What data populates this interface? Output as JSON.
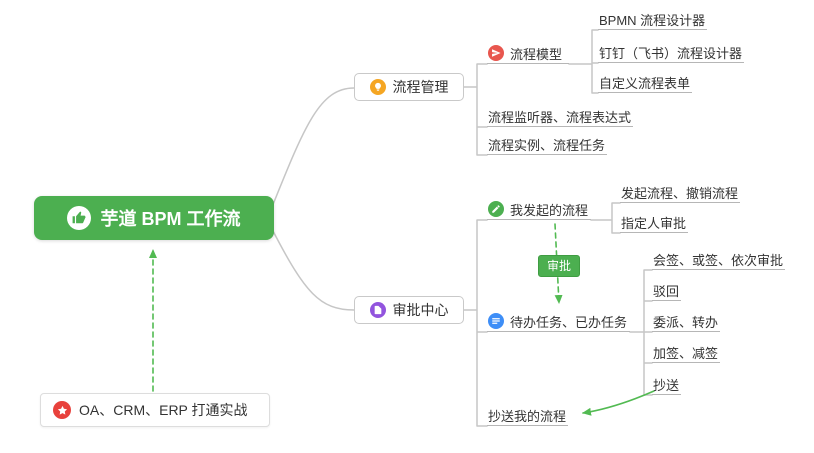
{
  "colors": {
    "root_bg": "#4CAF50",
    "connector_gray": "#C6C6C6",
    "arrow_green": "#52BA52",
    "edge_label_bg": "#4CAF50",
    "icon_orange": "#F5A623",
    "icon_red": "#E8564E",
    "icon_green": "#4CAF50",
    "icon_blue": "#3E8EF7",
    "icon_purple": "#9254DE",
    "icon_star_red": "#E8413C"
  },
  "icons": {
    "root": "thumbs-up",
    "practice": "star",
    "process_mgmt": "lightbulb",
    "process_model": "paper-plane",
    "approval_center": "document",
    "my_initiated": "pencil",
    "todo_done": "task-list"
  },
  "nodes": {
    "root": "芋道 BPM 工作流",
    "practice": "OA、CRM、ERP 打通实战",
    "process_mgmt": "流程管理",
    "process_model": "流程模型",
    "bpmn_designer": "BPMN 流程设计器",
    "dingtalk_designer": "钉钉（飞书）流程设计器",
    "custom_form": "自定义流程表单",
    "listener_expr": "流程监听器、流程表达式",
    "instance_task": "流程实例、流程任务",
    "approval_center": "审批中心",
    "my_initiated": "我发起的流程",
    "initiate_cancel": "发起流程、撤销流程",
    "assignee": "指定人审批",
    "todo_done": "待办任务、已办任务",
    "countersign": "会签、或签、依次审批",
    "reject": "驳回",
    "delegate": "委派、转办",
    "sign_adjust": "加签、减签",
    "cc": "抄送",
    "cc_my": "抄送我的流程",
    "approval_edge": "审批"
  }
}
